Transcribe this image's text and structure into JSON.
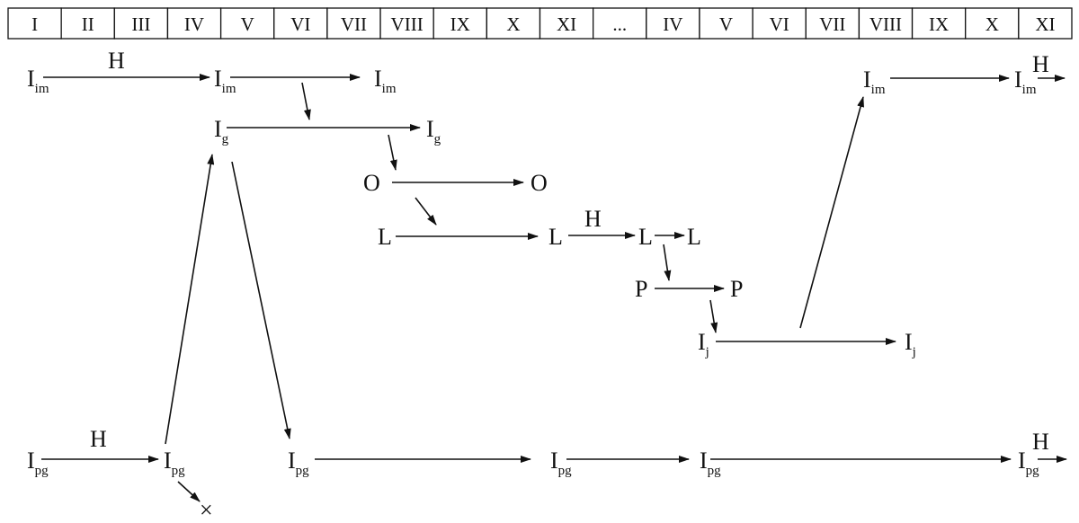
{
  "months": [
    "I",
    "II",
    "III",
    "IV",
    "V",
    "VI",
    "VII",
    "VIII",
    "IX",
    "X",
    "XI",
    "...",
    "IV",
    "V",
    "VI",
    "VII",
    "VIII",
    "IX",
    "X",
    "XI"
  ],
  "nodes": {
    "im1": {
      "main": "I",
      "sub": "im"
    },
    "im2": {
      "main": "I",
      "sub": "im"
    },
    "im3": {
      "main": "I",
      "sub": "im"
    },
    "im4": {
      "main": "I",
      "sub": "im"
    },
    "im5": {
      "main": "I",
      "sub": "im"
    },
    "g1": {
      "main": "I",
      "sub": "g"
    },
    "g2": {
      "main": "I",
      "sub": "g"
    },
    "o1": {
      "main": "O",
      "sub": ""
    },
    "o2": {
      "main": "O",
      "sub": ""
    },
    "l1": {
      "main": "L",
      "sub": ""
    },
    "l2": {
      "main": "L",
      "sub": ""
    },
    "l3": {
      "main": "L",
      "sub": ""
    },
    "l4": {
      "main": "L",
      "sub": ""
    },
    "p1": {
      "main": "P",
      "sub": ""
    },
    "p2": {
      "main": "P",
      "sub": ""
    },
    "j1": {
      "main": "I",
      "sub": "j"
    },
    "j2": {
      "main": "I",
      "sub": "j"
    },
    "pg1": {
      "main": "I",
      "sub": "pg"
    },
    "pg2": {
      "main": "I",
      "sub": "pg"
    },
    "pg3": {
      "main": "I",
      "sub": "pg"
    },
    "pg4": {
      "main": "I",
      "sub": "pg"
    },
    "pg5": {
      "main": "I",
      "sub": "pg"
    },
    "pg6": {
      "main": "I",
      "sub": "pg"
    }
  },
  "labels": {
    "h1": "H",
    "h2": "H",
    "h3": "H",
    "h4": "H",
    "h5": "H",
    "death": "×"
  }
}
